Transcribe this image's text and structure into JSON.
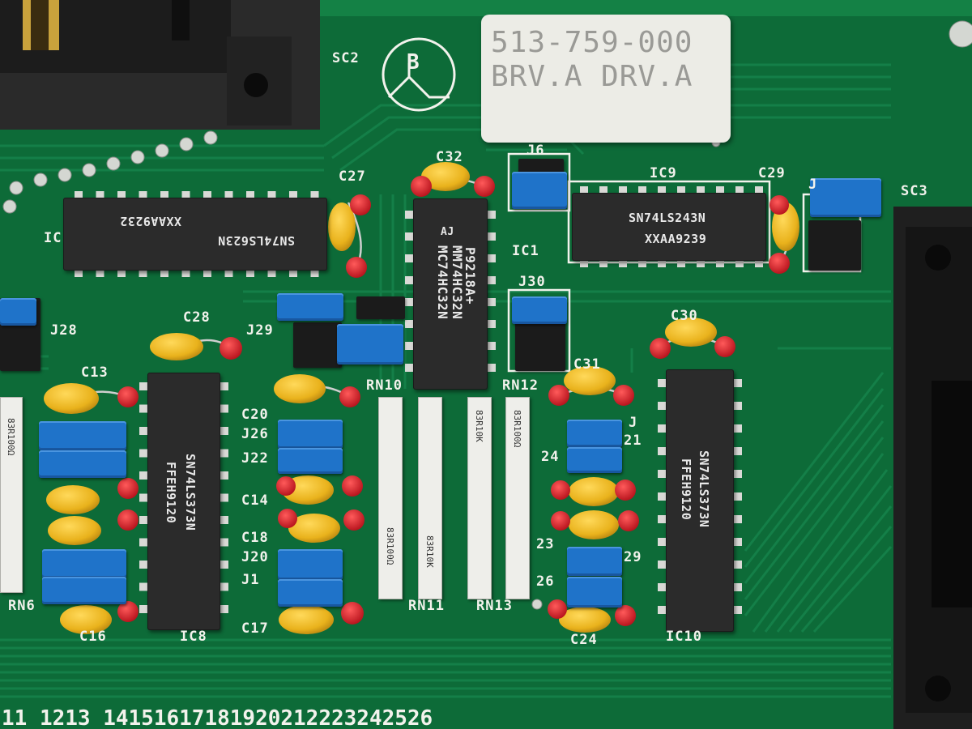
{
  "sticker": {
    "line1": "513-759-000",
    "line2": "BRV.A DRV.A"
  },
  "logo": {
    "letter": "B"
  },
  "ics": {
    "ic9": {
      "part": "SN74LS243N",
      "code": "XXAA9239"
    },
    "ic_left": {
      "part": "SN74LS623N",
      "code": "XXAA9232"
    },
    "ic1": {
      "part": "MM74HC32N",
      "part2": "MC74HC32N",
      "code": "P9218A+",
      "mark": "AJ"
    },
    "ic_left_bottom": {
      "part": "SN74LS373N",
      "code": "FFEH9120"
    },
    "ic10": {
      "part": "SN74LS373N",
      "code": "FFEH9120"
    }
  },
  "resistor_networks": {
    "rn_far_left": "83R100Ω",
    "rn10": "83R100Ω",
    "rn11": "83R10K",
    "rn12": "83R10K",
    "rn13": "83R100Ω"
  },
  "silkscreen": {
    "sc2": "SC2",
    "sc3": "SC3",
    "c27": "C27",
    "c32": "C32",
    "j6": "J6",
    "ic9": "IC9",
    "c29": "C29",
    "ic1": "IC1",
    "j30": "J30",
    "j28": "J28",
    "c28": "C28",
    "j29": "J29",
    "c13": "C13",
    "c30": "C30",
    "c31": "C31",
    "rn10": "RN10",
    "rn12": "RN12",
    "c20": "C20",
    "j26a": "J26",
    "j22": "J22",
    "c14": "C14",
    "c18": "C18",
    "j20": "J20",
    "j1": "J1",
    "c17": "C17",
    "rn6": "RN6",
    "c16": "C16",
    "ic8": "IC8",
    "rn11": "RN11",
    "rn13": "RN13",
    "c24": "C24",
    "ic10": "IC10",
    "j_r": "J",
    "j24": "24",
    "n21": "21",
    "j23": "23",
    "j29b": "29",
    "j26": "26",
    "ic_partial": "IC",
    "j_partial": "J",
    "numbers": "11 1213 14151617181920212223242526"
  }
}
